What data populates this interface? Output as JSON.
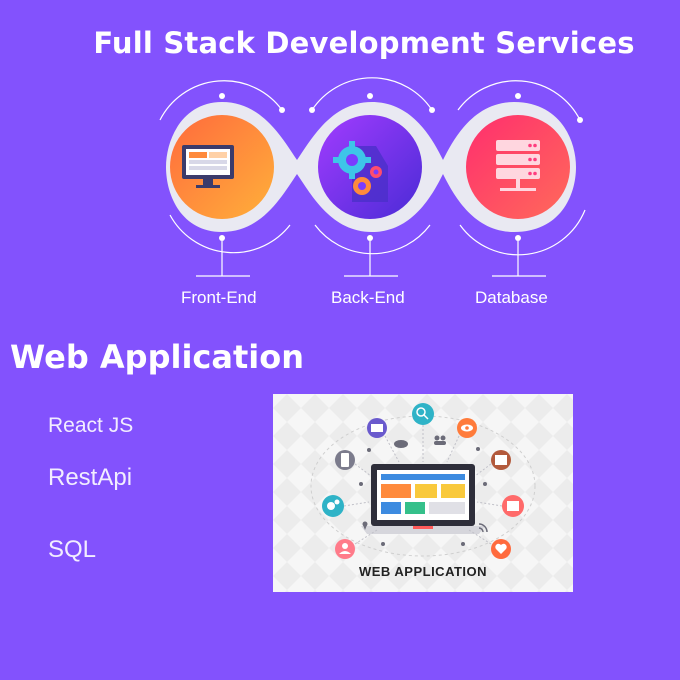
{
  "header": {
    "title": "Full Stack Development Services"
  },
  "services": [
    {
      "label": "Front-End",
      "icon": "monitor-icon",
      "color": "#ff8a3c"
    },
    {
      "label": "Back-End",
      "icon": "gears-icon",
      "color": "#7a3cff"
    },
    {
      "label": "Database",
      "icon": "server-icon",
      "color": "#ff3d7f"
    }
  ],
  "section": {
    "title": "Web Application"
  },
  "tech_list": [
    "React JS",
    "RestApi",
    "SQL"
  ],
  "web_app_image": {
    "caption": "WEB APPLICATION",
    "icons": [
      "mail-icon",
      "search-icon",
      "eye-icon",
      "image-icon",
      "heart-icon",
      "user-icon",
      "gear-icon",
      "mobile-icon",
      "cloud-icon",
      "people-icon",
      "wifi-icon",
      "pin-icon"
    ]
  },
  "colors": {
    "background": "#8352fd"
  }
}
